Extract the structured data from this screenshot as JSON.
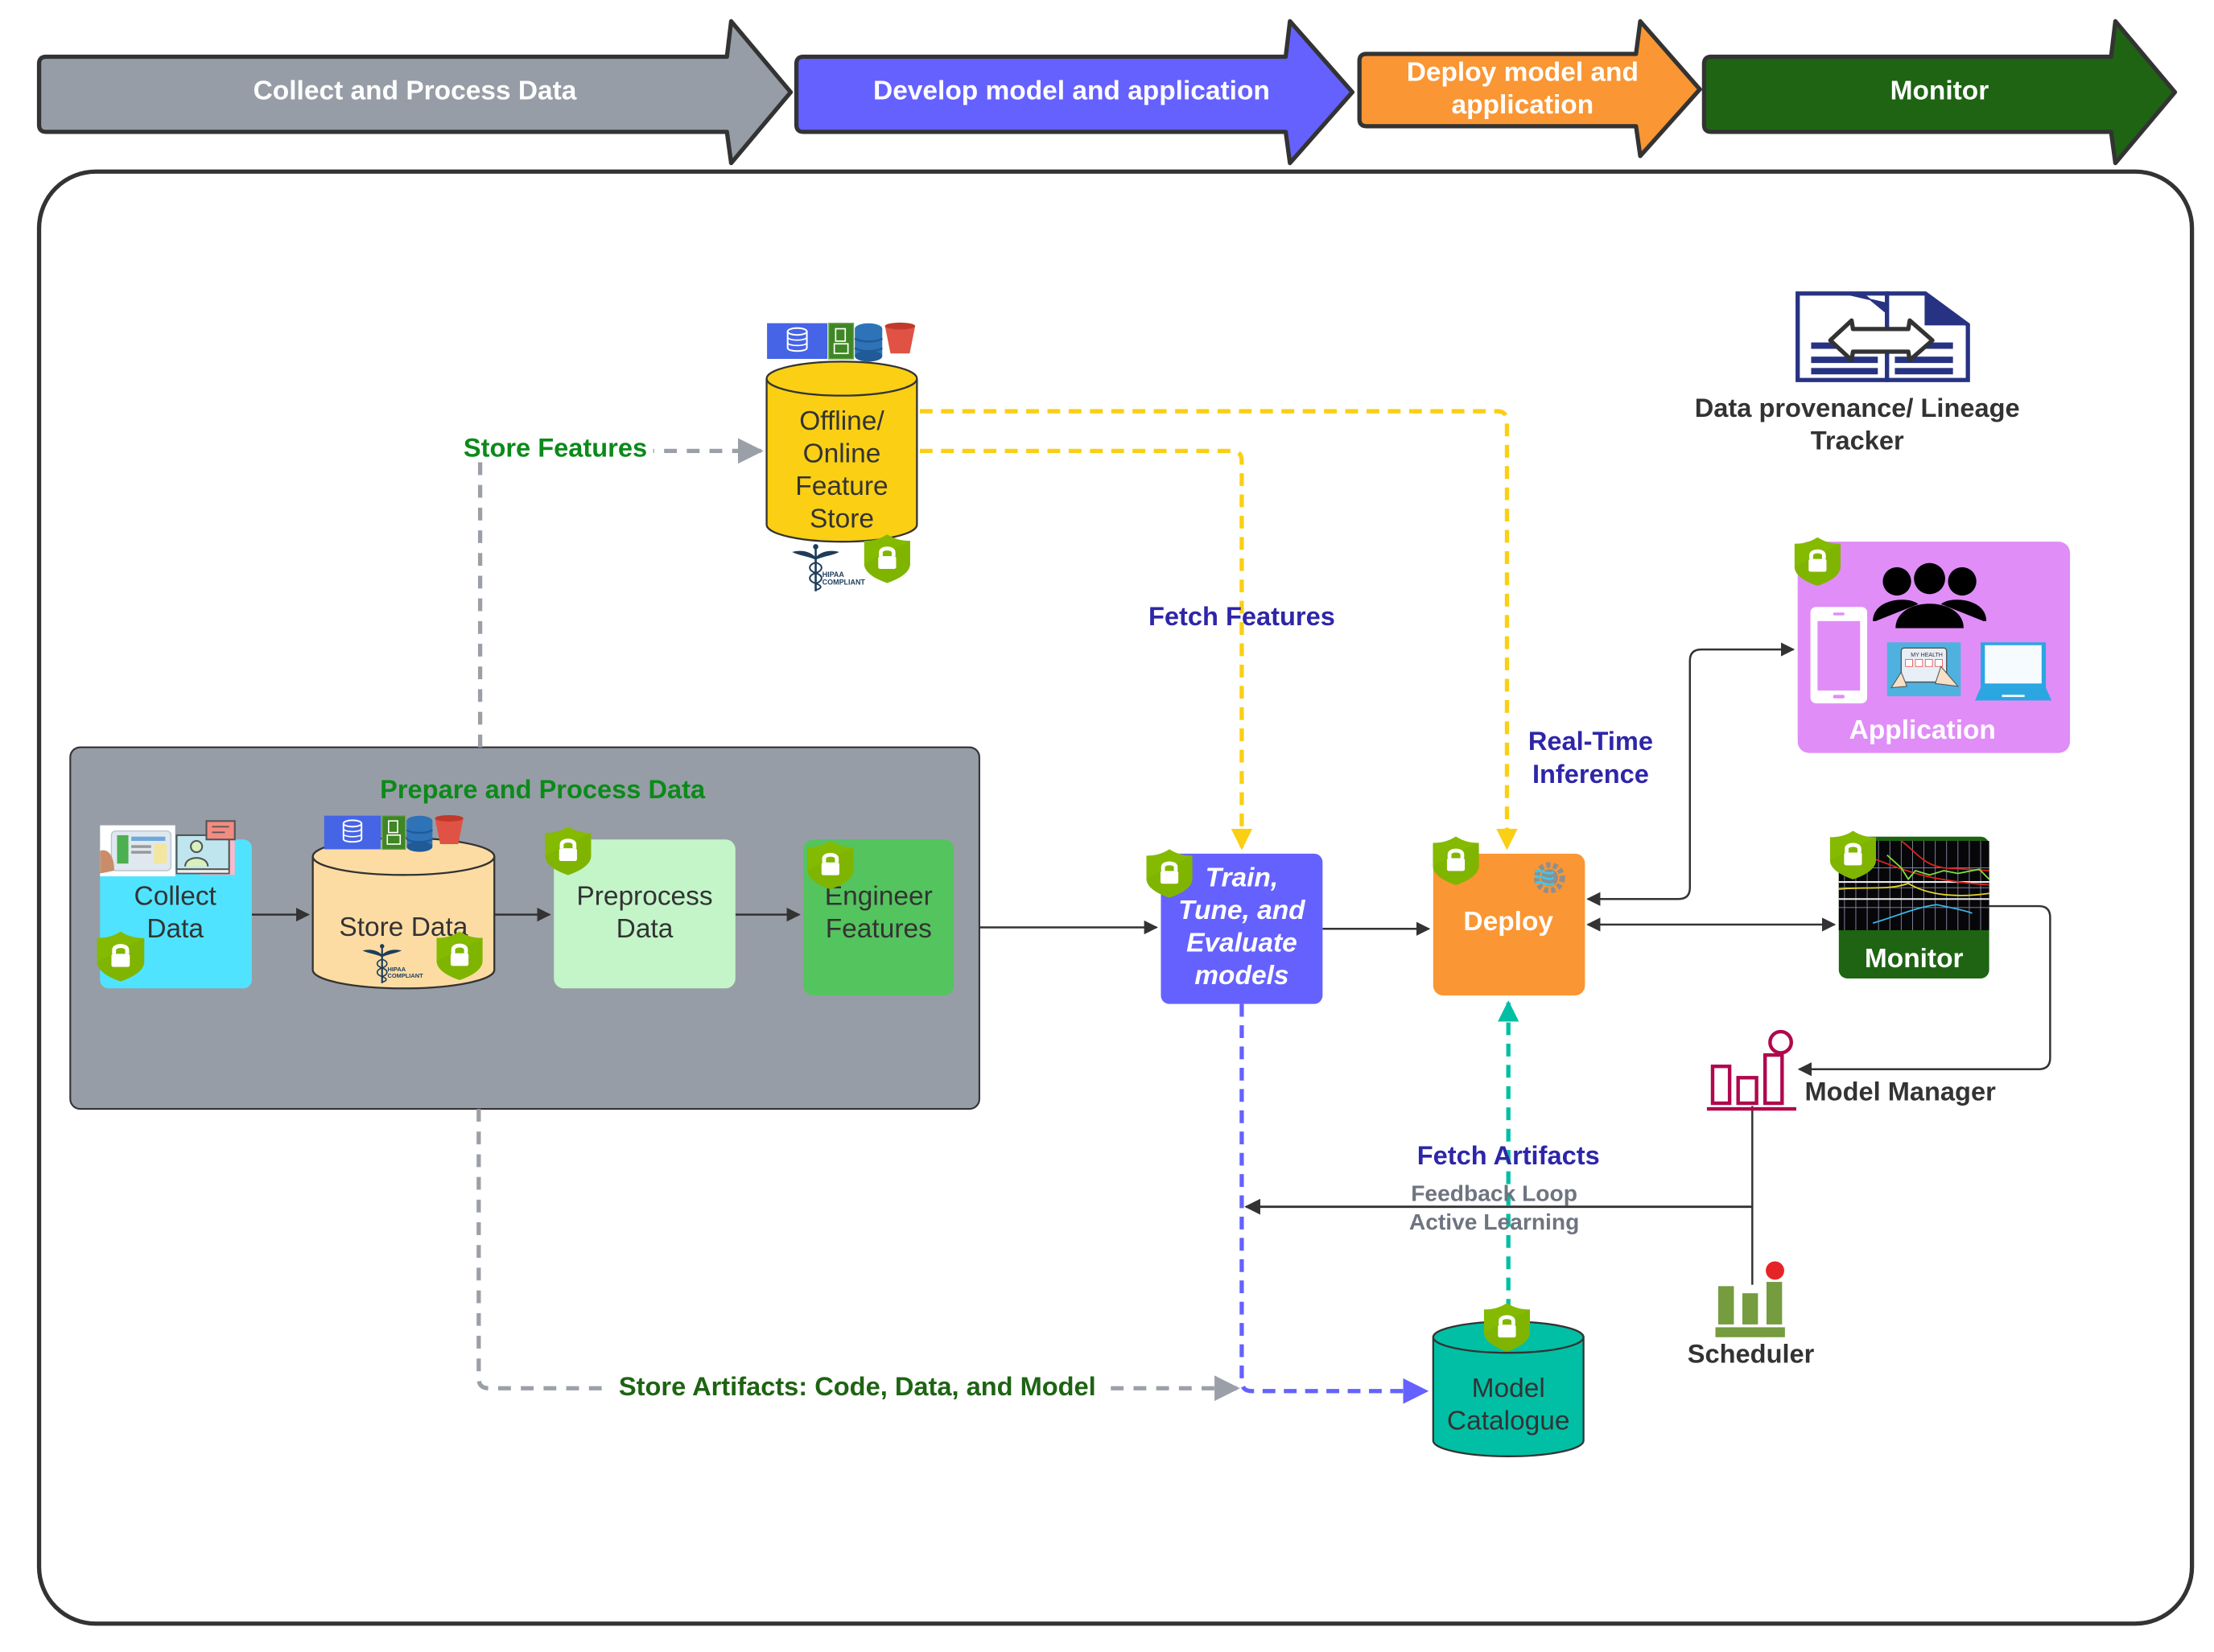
{
  "phases": [
    {
      "label_lines": [
        "Collect and Process Data"
      ],
      "color": "#979DA6"
    },
    {
      "label_lines": [
        "Develop model and application"
      ],
      "color": "#6561FF"
    },
    {
      "label_lines": [
        "Deploy model and",
        "application"
      ],
      "color": "#FA9633"
    },
    {
      "label_lines": [
        "Monitor"
      ],
      "color": "#1E6413"
    }
  ],
  "prepare_group": {
    "title": "Prepare and Process Data",
    "title_color": "#0B8A1A",
    "fill": "#979DA6"
  },
  "nodes": {
    "collect_data": {
      "label_lines": [
        "Collect",
        "Data"
      ],
      "fill": "#50E3FF",
      "secured": true
    },
    "store_data": {
      "label_lines": [
        "Store Data"
      ],
      "fill": "#FDDCA4",
      "secured": true,
      "badge": "HIPAA COMPLIANT"
    },
    "preprocess_data": {
      "label_lines": [
        "Preprocess",
        "Data"
      ],
      "fill": "#C3F5C9",
      "secured": true
    },
    "engineer_features": {
      "label_lines": [
        "Engineer",
        "Features"
      ],
      "fill": "#54C45E",
      "secured": true
    },
    "feature_store": {
      "label_lines": [
        "Offline/",
        "Online",
        "Feature",
        "Store"
      ],
      "fill": "#FACF14",
      "secured": true,
      "badge": "HIPAA COMPLIANT"
    },
    "train": {
      "label_lines": [
        "Train,",
        "Tune, and",
        "Evaluate",
        "models"
      ],
      "fill": "#6561FF",
      "secured": true
    },
    "deploy": {
      "label_lines": [
        "Deploy"
      ],
      "fill": "#FA9633",
      "secured": true
    },
    "application": {
      "label": "Application",
      "fill": "#E08DF8",
      "secured": true,
      "tablet_text": "MY HEALTH"
    },
    "monitor": {
      "label": "Monitor",
      "fill": "#1E6413",
      "secured": true
    },
    "model_catalogue": {
      "label_lines": [
        "Model",
        "Catalogue"
      ],
      "fill": "#00BFA5",
      "secured": true
    },
    "model_manager": {
      "label": "Model Manager",
      "icon_color": "#B0084D"
    },
    "scheduler": {
      "label": "Scheduler",
      "icon_color": "#759C3E"
    },
    "lineage_tracker": {
      "label_lines": [
        "Data provenance/ Lineage",
        "Tracker"
      ],
      "icon_color": "#273382"
    }
  },
  "edge_labels": {
    "store_features": {
      "text": "Store Features",
      "color": "#0B8A1A"
    },
    "fetch_features": {
      "text": "Fetch Features",
      "color": "#2E26A8"
    },
    "real_time_inference": {
      "lines": [
        "Real-Time",
        "Inference"
      ],
      "color": "#2E26A8"
    },
    "fetch_artifacts": {
      "text": "Fetch Artifacts",
      "color": "#2E26A8"
    },
    "feedback_loop": {
      "lines": [
        "Feedback Loop",
        "Active Learning"
      ],
      "color": "#6E7480"
    },
    "store_artifacts": {
      "text": "Store Artifacts: Code, Data, and Model",
      "color": "#1E6413"
    }
  },
  "colors": {
    "security_shield": "#84BA00",
    "gray_dashed": "#9BA0A8",
    "yellow_dashed": "#FACF14",
    "purple_dashed": "#6561FF",
    "teal_dashed": "#00BFA5",
    "connector": "#333333"
  },
  "icons": {
    "storage_stack": [
      "database-icon",
      "file-archive-icon",
      "dynamodb-icon",
      "bucket-icon"
    ]
  }
}
